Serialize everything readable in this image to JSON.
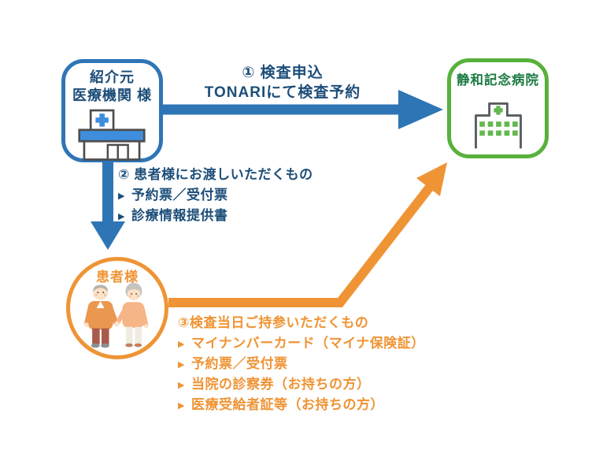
{
  "colors": {
    "blue_arrow": "#2e75b6",
    "blue_text": "#1d4e79",
    "green_border": "#58b13c",
    "green_text": "#1b7a41",
    "orange": "#ef9435",
    "icon_blue": "#3f8edd",
    "icon_green": "#63b84f",
    "icon_outline": "#4d4d4d"
  },
  "referrer_box": {
    "title_line1": "紹介元",
    "title_line2": "医療機関 様",
    "icon": "clinic-building-icon"
  },
  "hospital_box": {
    "title": "静和記念病院",
    "icon": "hospital-building-icon"
  },
  "patient": {
    "label": "患者様",
    "icon": "elderly-couple-icon"
  },
  "step1": {
    "line1": "① 検査申込",
    "line2": "TONARIにて検査予約"
  },
  "step2": {
    "heading": "② 患者様にお渡しいただくもの",
    "bullet": "▶",
    "items": [
      "予約票／受付票",
      "診療情報提供書"
    ]
  },
  "step3": {
    "heading": "③検査当日ご持参いただくもの",
    "bullet": "▶",
    "items": [
      "マイナンバーカード（マイナ保険証）",
      "予約票／受付票",
      "当院の診察券（お持ちの方）",
      "医療受給者証等（お持ちの方）"
    ]
  }
}
